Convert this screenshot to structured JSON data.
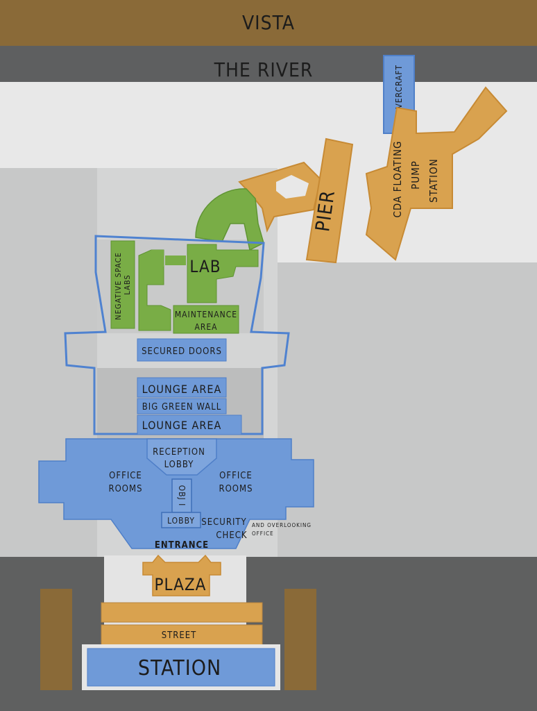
{
  "colors": {
    "background": "#5f6060",
    "land": "#e3e3e3",
    "building": "#c4c5c5",
    "orange_zone": "#d9a24f",
    "blue_zone": "#6f9ad8",
    "green_zone": "#79ad46",
    "vista_band": "#8a6a38",
    "label": "#1c1c1c"
  },
  "labels": {
    "vista": "VISTA",
    "river": "THE RIVER",
    "hovercraft": "HOVERCRAFT",
    "pier": "PIER",
    "pump_station_line1": "CDA FLOATING",
    "pump_station_line2": "PUMP",
    "pump_station_line3": "STATION",
    "negative_space_labs_line1": "NEGATIVE SPACE",
    "negative_space_labs_line2": "LABS",
    "lab": "LAB",
    "maintenance_line1": "MAINTENANCE",
    "maintenance_line2": "AREA",
    "secured_doors": "SECURED DOORS",
    "lounge_area_top": "LOUNGE AREA",
    "big_green_wall": "BIG GREEN WALL",
    "lounge_area_bottom": "LOUNGE AREA",
    "reception_line1": "RECEPTION",
    "reception_line2": "LOBBY",
    "office_left_line1": "OFFICE",
    "office_left_line2": "ROOMS",
    "office_right_line1": "OFFICE",
    "office_right_line2": "ROOMS",
    "hall_label": "OBJ I",
    "lobby": "LOBBY",
    "security_line1": "SECURITY",
    "security_line2": "CHECK",
    "overlook_line1": "AND OVERLOOKING",
    "overlook_line2": "OFFICE",
    "entrance": "ENTRANCE",
    "plaza": "PLAZA",
    "street": "STREET",
    "station": "STATION"
  }
}
